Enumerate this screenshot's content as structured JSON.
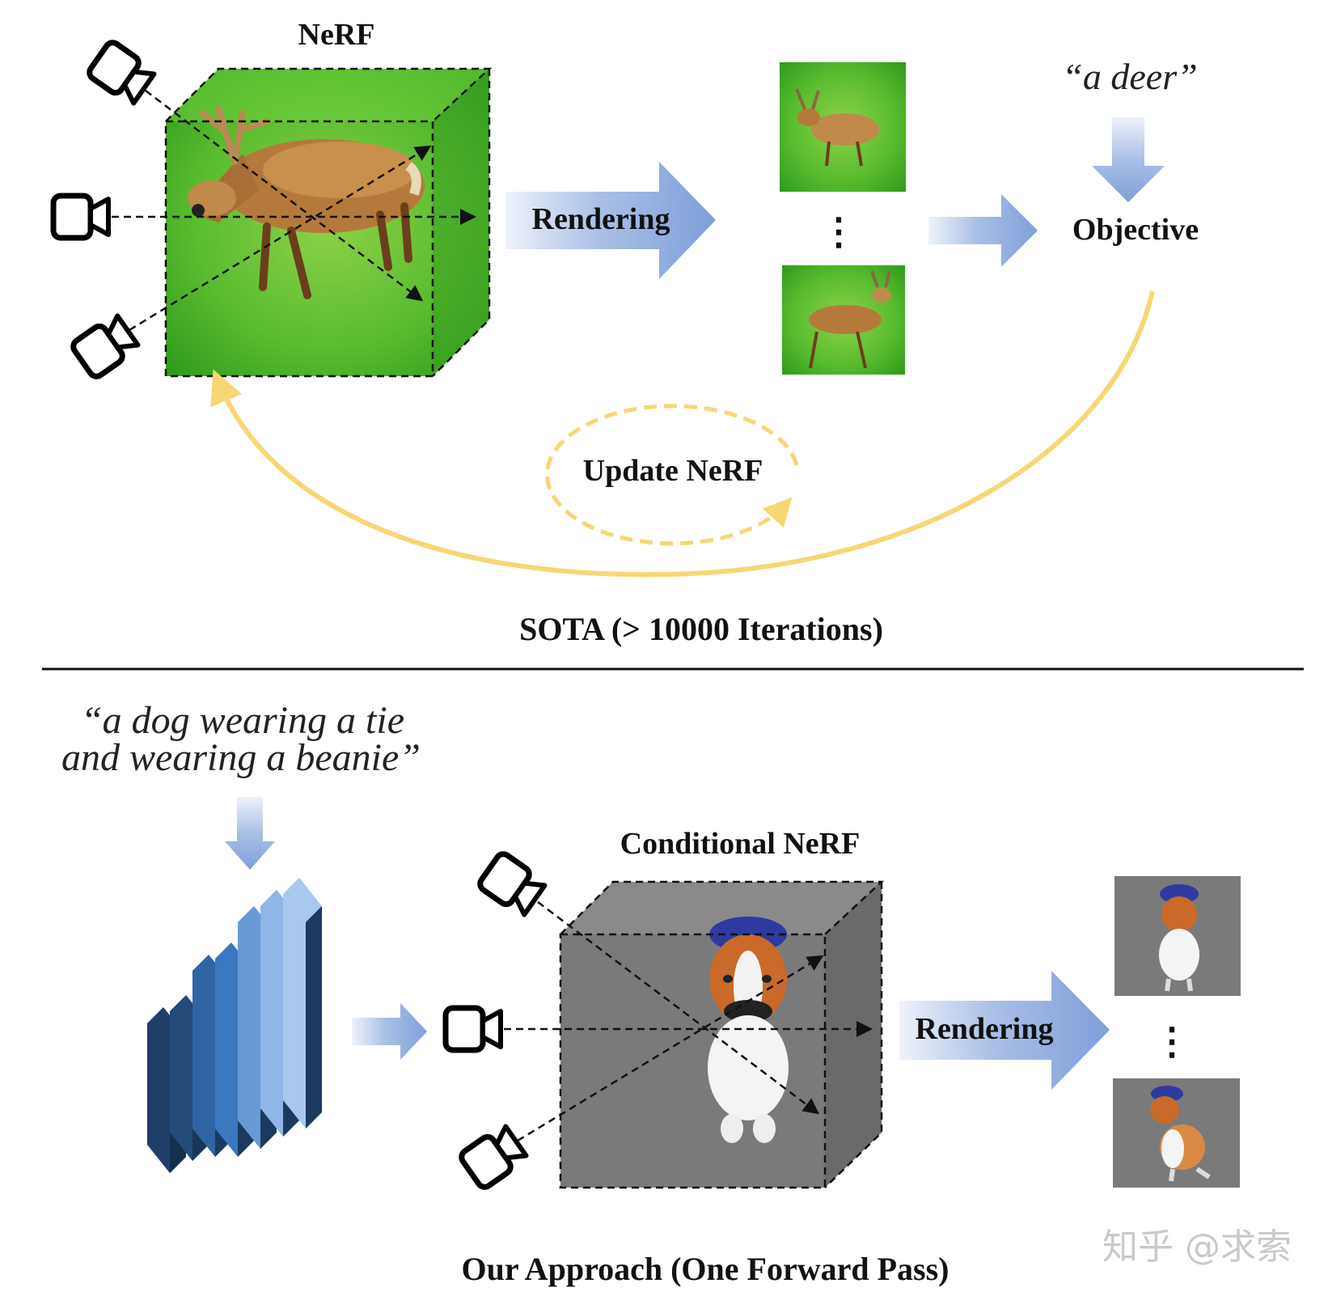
{
  "top": {
    "nerf_title": "NeRF",
    "rendering_label": "Rendering",
    "prompt": "“a deer”",
    "objective_label": "Objective",
    "update_label": "Update NeRF",
    "caption": "SOTA (> 10000 Iterations)"
  },
  "bottom": {
    "prompt_line1": "“a dog wearing a tie",
    "prompt_line2": "and wearing a beanie”",
    "cond_nerf_title": "Conditional NeRF",
    "rendering_label": "Rendering",
    "caption": "Our Approach (One Forward Pass)"
  },
  "watermark": "知乎 @求索",
  "ellipsis_top": "⋮",
  "ellipsis_bottom": "⋮",
  "colors": {
    "arrow_blue": "#8aa8dc",
    "feedback_yellow": "#f7d774",
    "grass_green": "#5cc233",
    "dog_gray": "#7a7a7a",
    "layer_dark": "#1f3f68",
    "layer_mid": "#3a78c0",
    "layer_light": "#a8c8ee"
  },
  "icons": [
    "camera-icon",
    "deer-image",
    "dog-image",
    "encoder-network-icon"
  ]
}
